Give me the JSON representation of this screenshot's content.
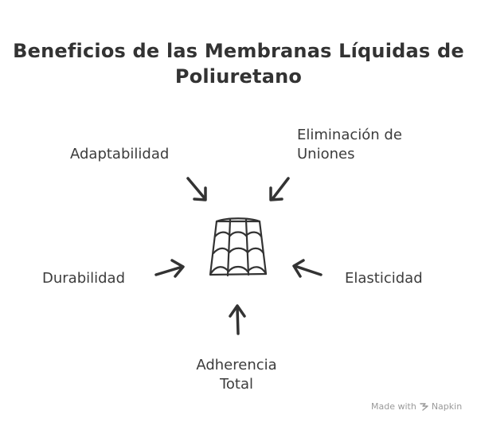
{
  "title": {
    "line1": "Beneficios de las Membranas Líquidas de",
    "line2": "Poliuretano"
  },
  "benefits": {
    "adaptability": "Adaptabilidad",
    "joint_elimination_line1": "Eliminación de",
    "joint_elimination_line2": "Uniones",
    "durability": "Durabilidad",
    "elasticity": "Elasticidad",
    "adherence_line1": "Adherencia",
    "adherence_line2": "Total"
  },
  "center_icon": "roof-tiles-icon",
  "watermark": {
    "prefix": "Made with",
    "brand": "Napkin",
    "logo_icon": "napkin-logo-icon"
  },
  "colors": {
    "ink": "#333333",
    "watermark": "#9a9a9a",
    "background": "#ffffff"
  }
}
